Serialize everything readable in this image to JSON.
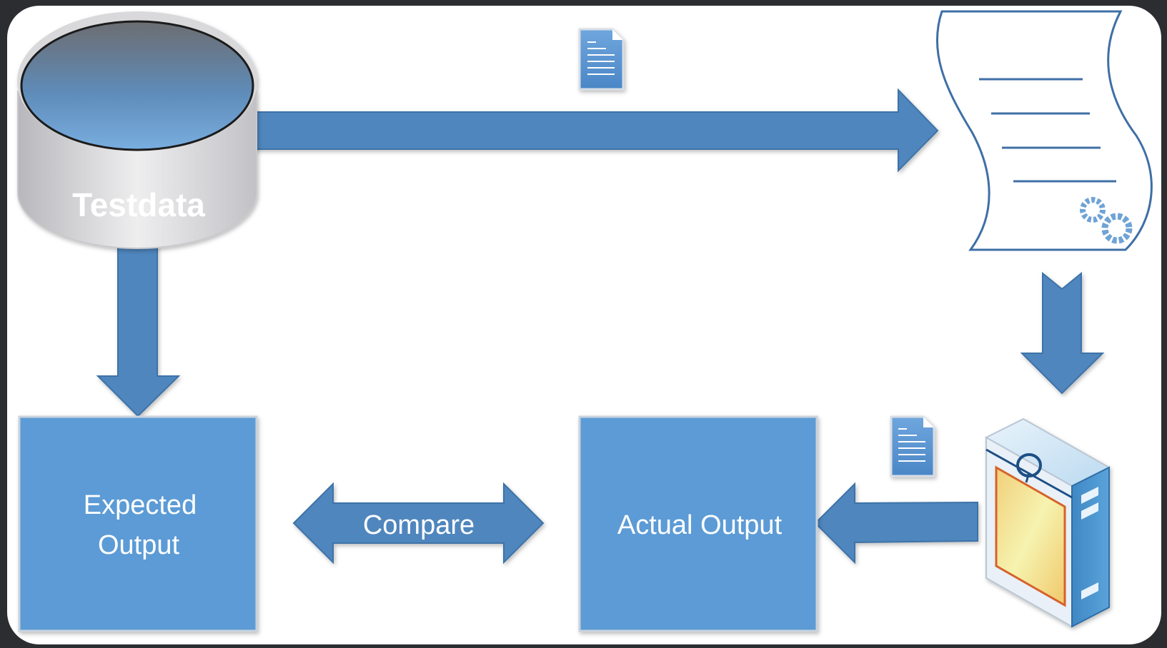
{
  "nodes": {
    "testdata": {
      "label": "Testdata"
    },
    "expected_output": {
      "label_line1": "Expected",
      "label_line2": "Output"
    },
    "actual_output": {
      "label": "Actual Output"
    },
    "compare": {
      "label": "Compare"
    },
    "script": {
      "icon": "script-gears-icon"
    },
    "application": {
      "icon": "application-box-icon"
    }
  },
  "icons": {
    "document_top": "document-icon",
    "document_bottom": "document-icon"
  },
  "colors": {
    "background_panel": "#ffffff",
    "frame": "#2b2d31",
    "arrow_fill": "#4f86bd",
    "box_fill": "#5b9bd5",
    "box_border": "#c9d3dd",
    "script_stroke": "#3f6fa5"
  }
}
